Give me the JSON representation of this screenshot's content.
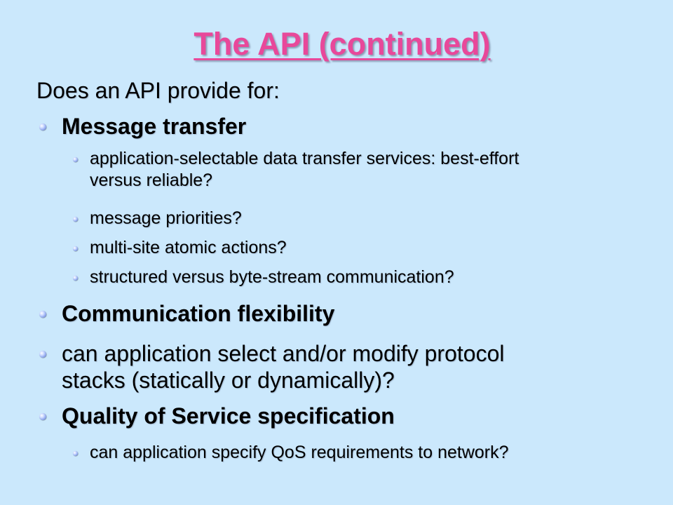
{
  "title": "The API (continued)",
  "intro": "Does an API provide for:",
  "items": [
    {
      "level": 1,
      "bold": true,
      "lines": [
        "Message transfer"
      ]
    },
    {
      "level": 2,
      "bold": false,
      "lines": [
        "application-selectable data transfer services: best-effort",
        "versus reliable?"
      ]
    },
    {
      "level": 2,
      "bold": false,
      "lines": [
        "message priorities?"
      ]
    },
    {
      "level": 2,
      "bold": false,
      "lines": [
        "multi-site atomic actions?"
      ]
    },
    {
      "level": 2,
      "bold": false,
      "lines": [
        "structured versus byte-stream communication?"
      ]
    },
    {
      "level": 1,
      "bold": true,
      "lines": [
        "Communication flexibility"
      ]
    },
    {
      "level": 1,
      "bold": false,
      "lines": [
        "can application select and/or modify protocol",
        "stacks (statically or dynamically)?"
      ]
    },
    {
      "level": 1,
      "bold": true,
      "lines": [
        "Quality of Service specification"
      ]
    },
    {
      "level": 2,
      "bold": false,
      "lines": [
        "can application specify QoS requirements to network?"
      ]
    }
  ],
  "colors": {
    "background": "#cbe8fc",
    "title": "#e8489a",
    "text": "#000000",
    "bullet": "#4a6cd6"
  }
}
